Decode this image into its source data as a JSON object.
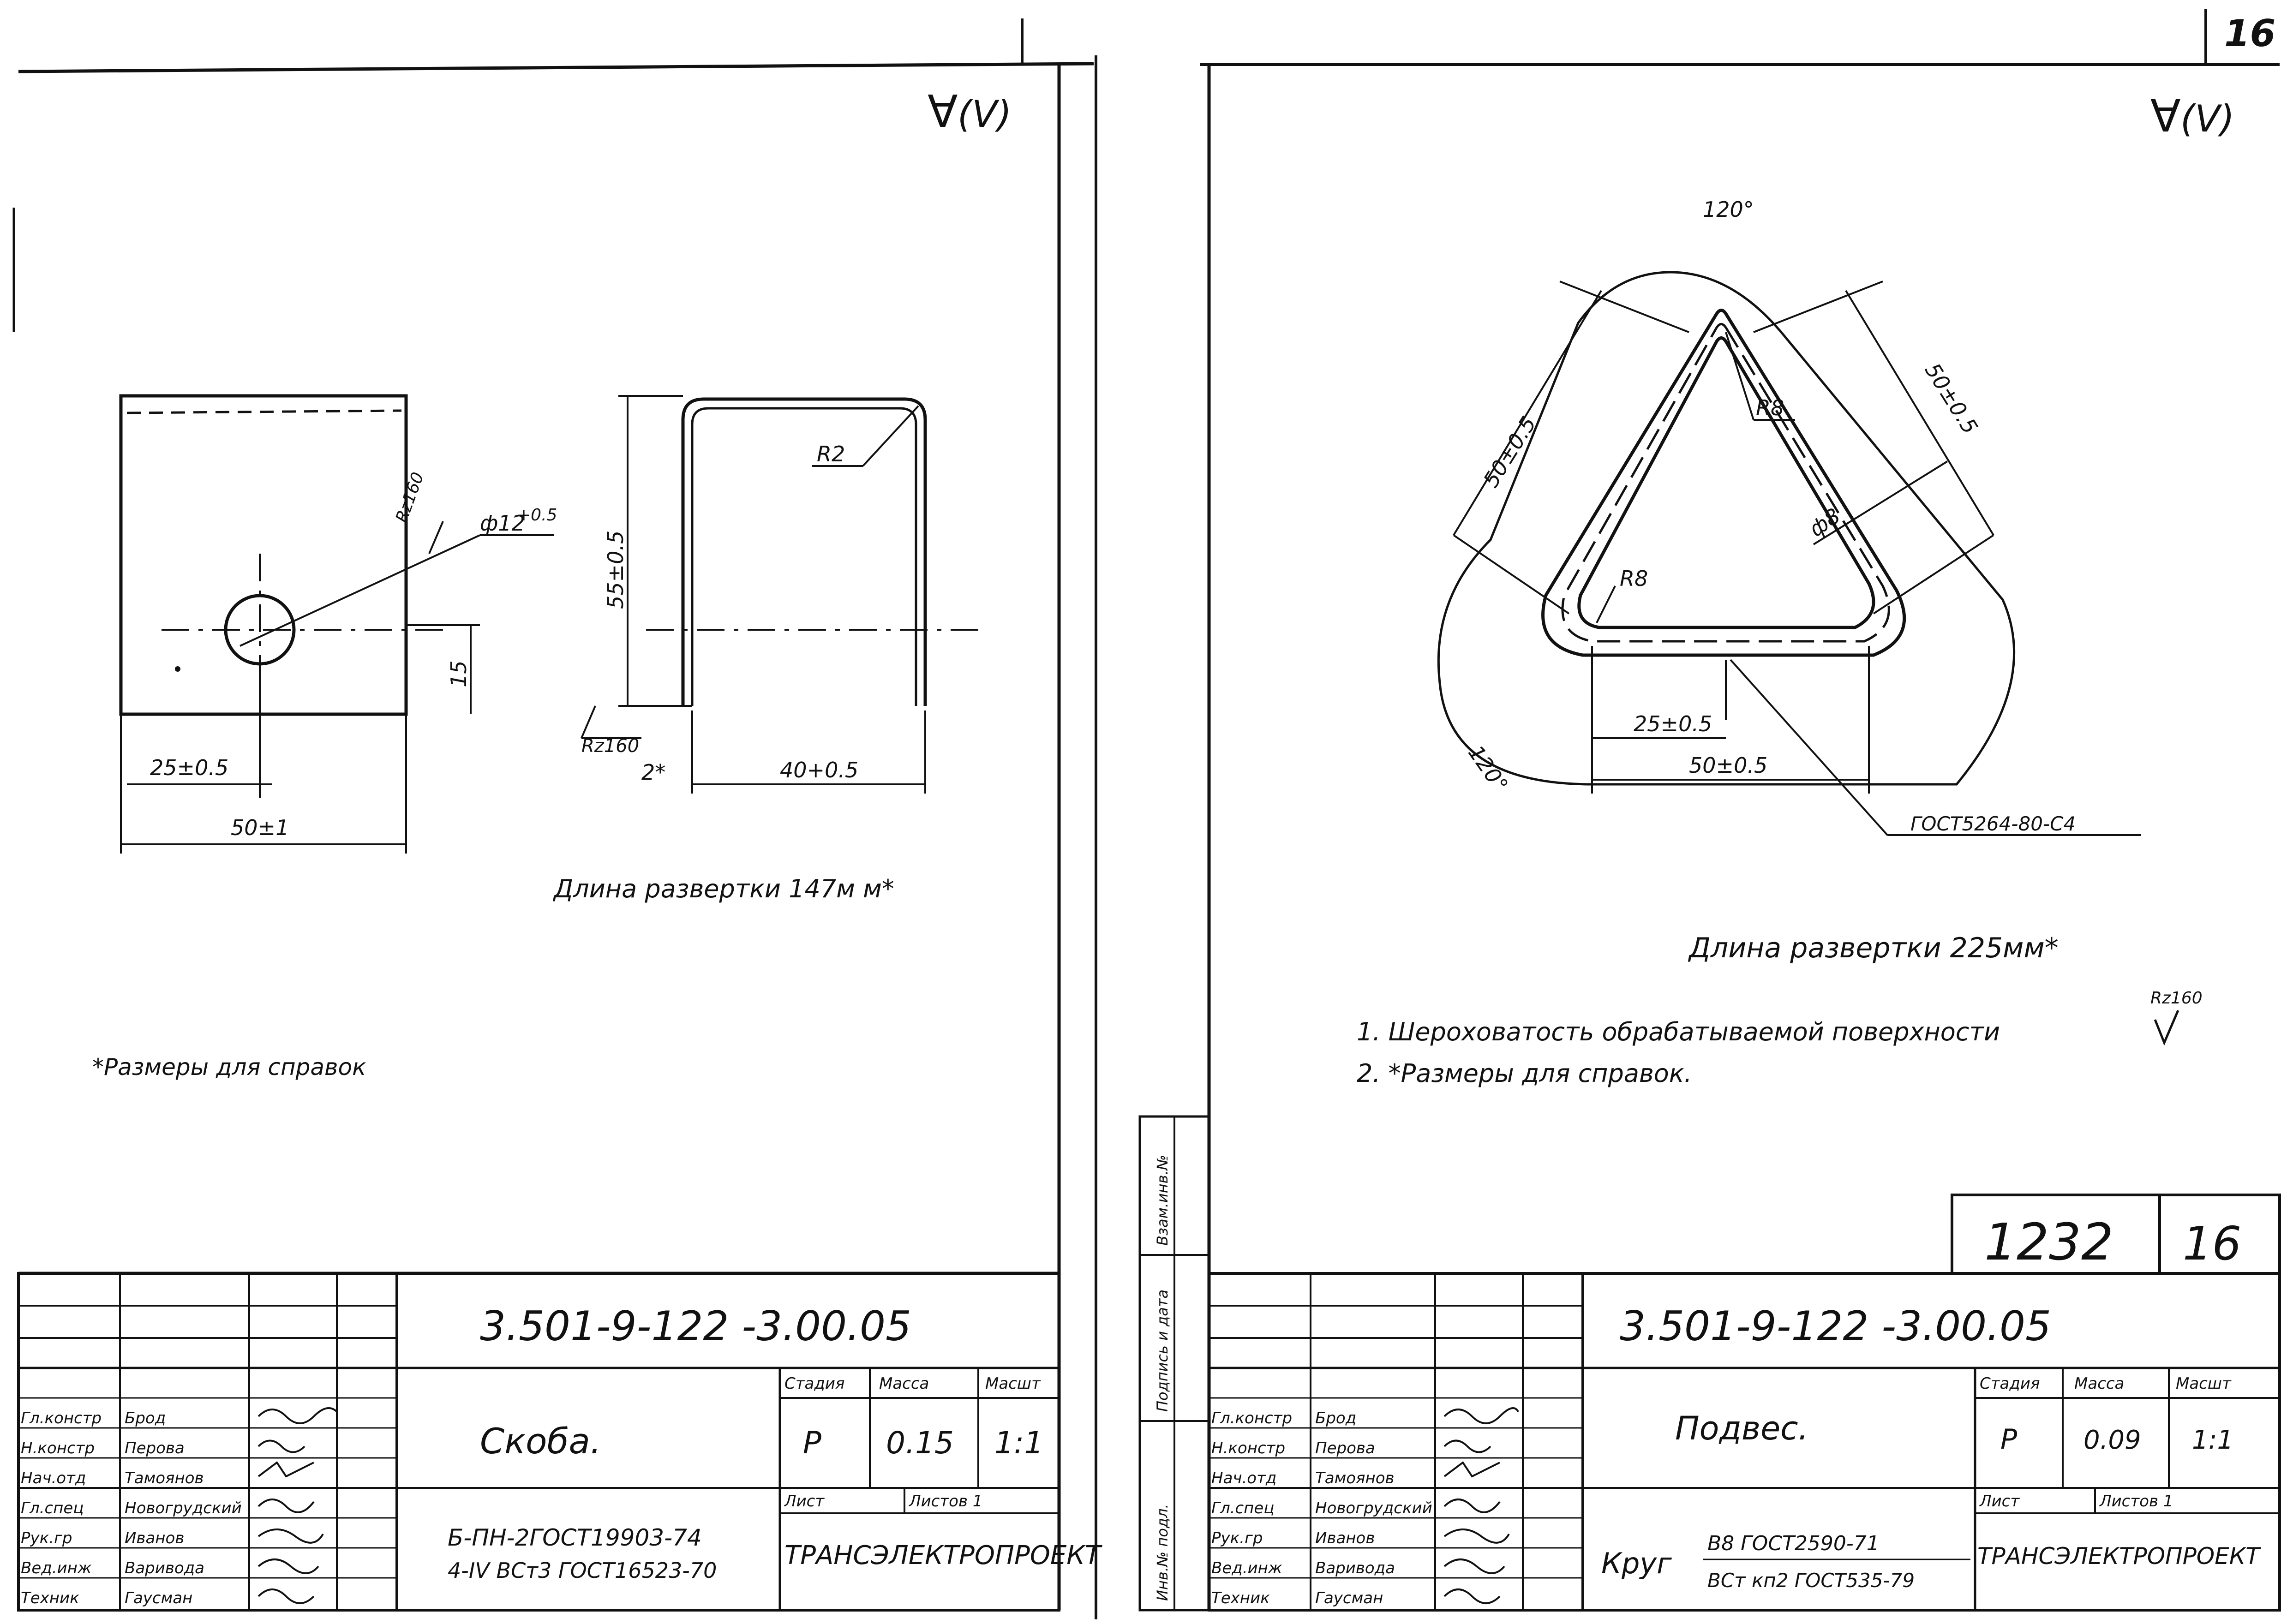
{
  "page_number_top": "16",
  "left_sheet": {
    "roughness_mark": "(V)",
    "radius_label": "R2",
    "hole_label": "ф12",
    "hole_tol": "+0.5",
    "rz_hole": "Rz160",
    "height_label": "55±0.5",
    "offset_label": "15",
    "half_width_label": "25±0.5",
    "width_label": "50±1",
    "rz_bottom": "Rz160",
    "thickness_label": "2*",
    "leg_label": "40+0.5",
    "dev_length": "Длина развертки 147м м*",
    "note": "*Размеры для справок",
    "designation": "3.501-9-122 -3.00.05",
    "part_name": "Скоба.",
    "stage_header": "Стадия",
    "mass_header": "Масса",
    "scale_header": "Масшт",
    "stage": "Р",
    "mass": "0.15",
    "scale": "1:1",
    "sheet_label": "Лист",
    "sheets_label": "Листов 1",
    "material_top": "Б-ПН-2ГОСТ19903-74",
    "material_bottom": "4-IV ВСт3 ГОСТ16523-70",
    "org": "ТРАНСЭЛЕКТРОПРОЕКТ",
    "roles": [
      "Гл.констр",
      "Н.констр",
      "Нач.отд",
      "Гл.спец",
      "Рук.гр",
      "Вед.инж",
      "Техник"
    ],
    "names": [
      "Брод",
      "Перова",
      "Тамоянов",
      "Новогрудский",
      "Иванов",
      "Варивода",
      "Гаусман"
    ]
  },
  "right_sheet": {
    "roughness_mark": "(V)",
    "angle_top": "120°",
    "angle_bottom": "120°",
    "side_left": "50±0.5",
    "side_right": "50±0.5",
    "radius_top": "R8",
    "radius_left": "R8",
    "rod_diameter": "ф8",
    "half_base": "25±0.5",
    "base": "50±0.5",
    "standard": "ГОСТ5264-80-С4",
    "dev_length": "Длина развертки 225мм*",
    "note1": "1. Шероховатость обрабатываемой поверхности",
    "rz_note": "Rz160",
    "note2": "2. *Размеры для справок.",
    "archive_no": "1232",
    "sheet_no": "16",
    "designation": "3.501-9-122 -3.00.05",
    "part_name": "Подвес.",
    "stage_header": "Стадия",
    "mass_header": "Масса",
    "scale_header": "Масшт",
    "stage": "Р",
    "mass": "0.09",
    "scale": "1:1",
    "sheet_label": "Лист",
    "sheets_label": "Листов 1",
    "material_word": "Круг",
    "material_top": "В8 ГОСТ2590-71",
    "material_bottom": "ВСт кп2 ГОСТ535-79",
    "org": "ТРАНСЭЛЕКТРОПРОЕКТ",
    "side_stamp": [
      "Инв.№ подл.",
      "Подпись и дата",
      "Взам.инв.№"
    ],
    "roles": [
      "Гл.констр",
      "Н.констр",
      "Нач.отд",
      "Гл.спец",
      "Рук.гр",
      "Вед.инж",
      "Техник"
    ],
    "names": [
      "Брод",
      "Перова",
      "Тамоянов",
      "Новогрудский",
      "Иванов",
      "Варивода",
      "Гаусман"
    ]
  }
}
